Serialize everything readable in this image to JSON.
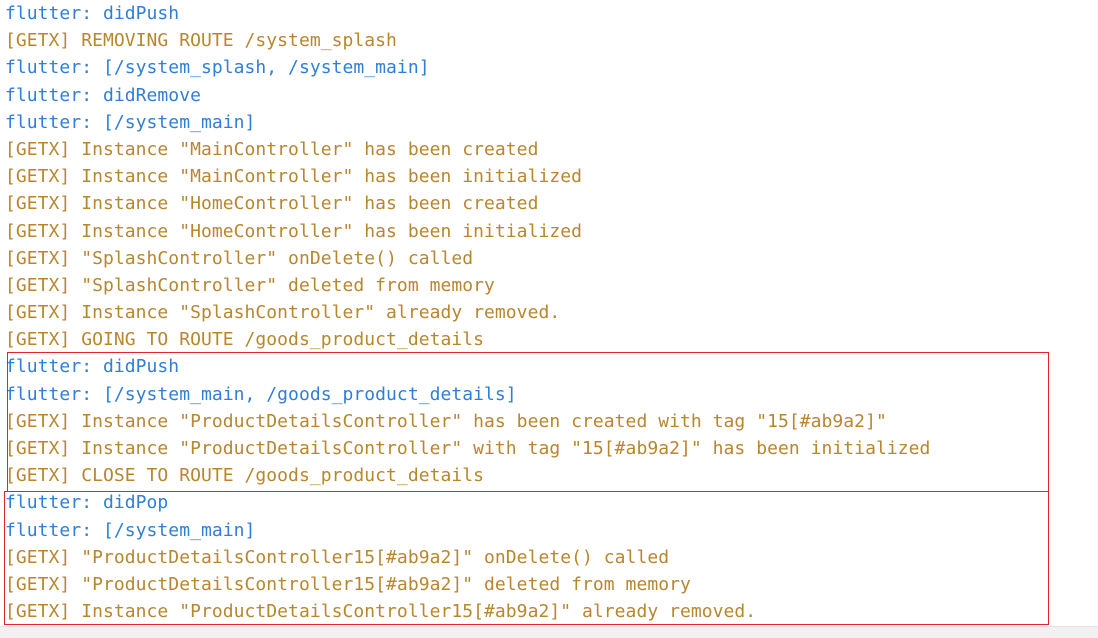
{
  "console": {
    "lines": [
      {
        "source": "flutter",
        "text": "flutter: didPush"
      },
      {
        "source": "getx",
        "text": "[GETX] REMOVING ROUTE /system_splash"
      },
      {
        "source": "flutter",
        "text": "flutter: [/system_splash, /system_main]"
      },
      {
        "source": "flutter",
        "text": "flutter: didRemove"
      },
      {
        "source": "flutter",
        "text": "flutter: [/system_main]"
      },
      {
        "source": "getx",
        "text": "[GETX] Instance \"MainController\" has been created"
      },
      {
        "source": "getx",
        "text": "[GETX] Instance \"MainController\" has been initialized"
      },
      {
        "source": "getx",
        "text": "[GETX] Instance \"HomeController\" has been created"
      },
      {
        "source": "getx",
        "text": "[GETX] Instance \"HomeController\" has been initialized"
      },
      {
        "source": "getx",
        "text": "[GETX] \"SplashController\" onDelete() called"
      },
      {
        "source": "getx",
        "text": "[GETX] \"SplashController\" deleted from memory"
      },
      {
        "source": "getx",
        "text": "[GETX] Instance \"SplashController\" already removed."
      },
      {
        "source": "getx",
        "text": "[GETX] GOING TO ROUTE /goods_product_details"
      },
      {
        "source": "flutter",
        "text": "flutter: didPush"
      },
      {
        "source": "flutter",
        "text": "flutter: [/system_main, /goods_product_details]"
      },
      {
        "source": "getx",
        "text": "[GETX] Instance \"ProductDetailsController\" has been created with tag \"15[#ab9a2]\""
      },
      {
        "source": "getx",
        "text": "[GETX] Instance \"ProductDetailsController\" with tag \"15[#ab9a2]\" has been initialized"
      },
      {
        "source": "getx",
        "text": "[GETX] CLOSE TO ROUTE /goods_product_details"
      },
      {
        "source": "flutter",
        "text": "flutter: didPop"
      },
      {
        "source": "flutter",
        "text": "flutter: [/system_main]"
      },
      {
        "source": "getx",
        "text": "[GETX] \"ProductDetailsController15[#ab9a2]\" onDelete() called"
      },
      {
        "source": "getx",
        "text": "[GETX] \"ProductDetailsController15[#ab9a2]\" deleted from memory"
      },
      {
        "source": "getx",
        "text": "[GETX] Instance \"ProductDetailsController15[#ab9a2]\" already removed."
      }
    ]
  },
  "colors": {
    "flutter_text": "#2f7fd8",
    "getx_text": "#b8862e",
    "highlight_border": "#e0252f"
  }
}
